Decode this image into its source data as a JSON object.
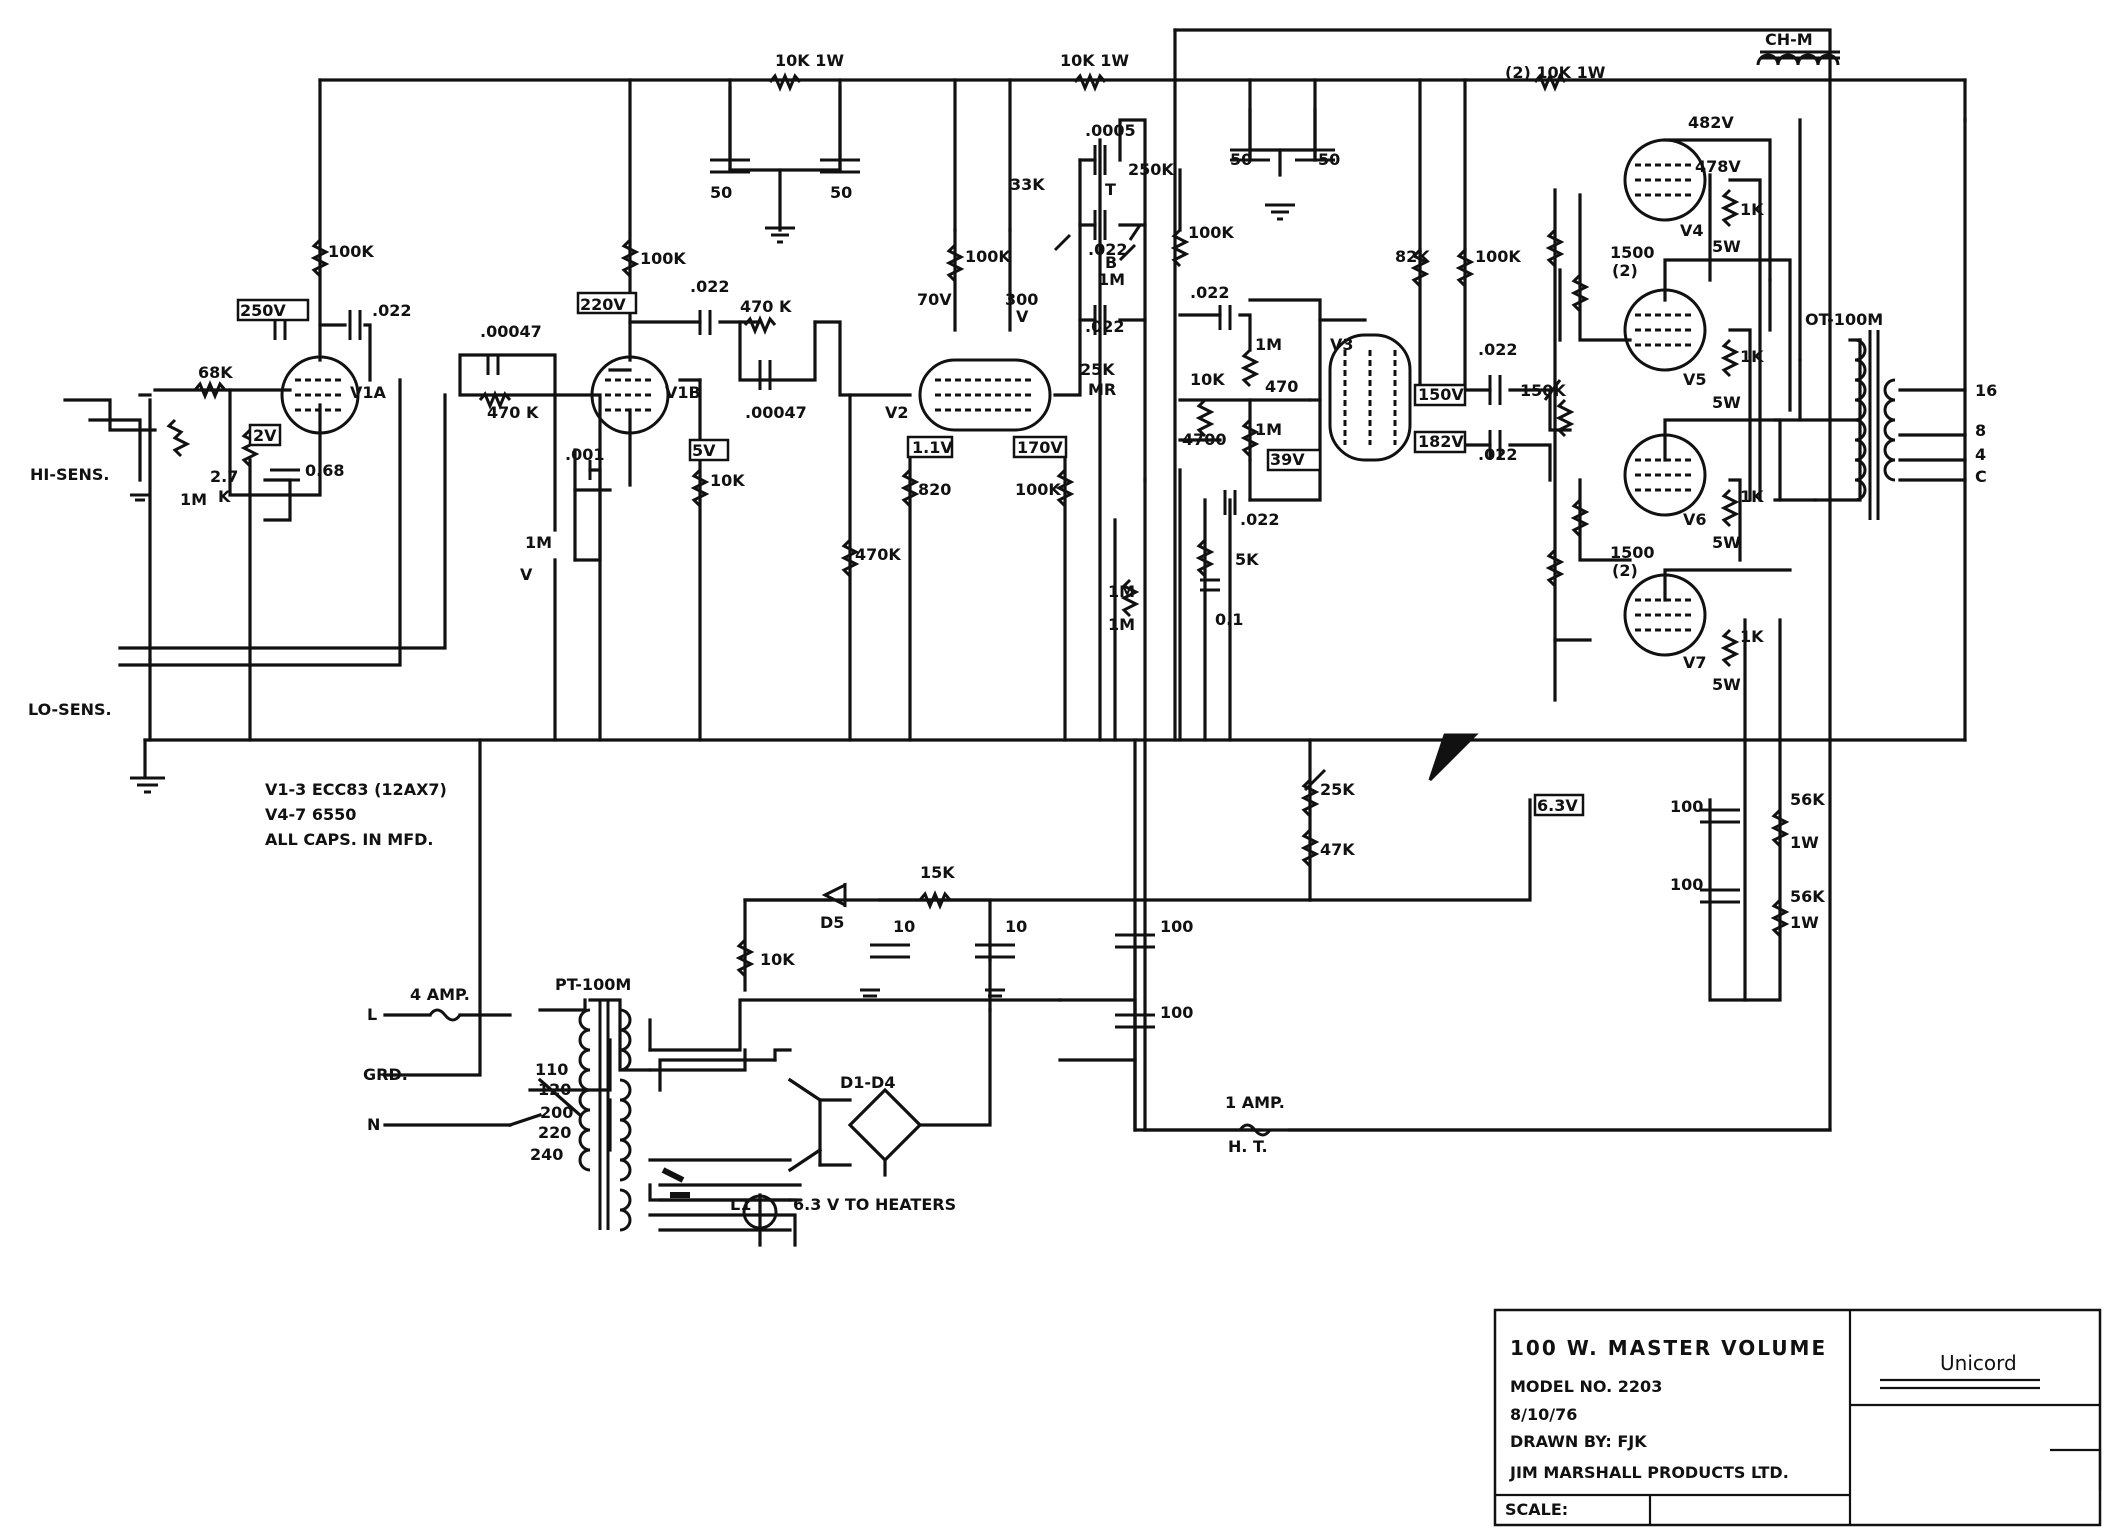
{
  "resistors": {
    "r68k": "68K",
    "r1m_in": "1M",
    "r2_7k": "2.7",
    "r2_7k_unit": "K",
    "r100k_v1a": "100K",
    "r470k_fb": "470 K",
    "r100k_v1b": "100K",
    "r470k_b": "470 K",
    "r10k_v1b": "10K",
    "r10k_1w_a": "10K 1W",
    "r10k_1w_b": "10K 1W",
    "r100k_v2": "100K",
    "r33k": "33K",
    "r820": "820",
    "r100k_v2b": "100K",
    "r470k_v2": "470K",
    "r100k_pi": "100K",
    "r1m_pi_a": "1M",
    "r10k_pi": "10K",
    "r470_pi": "470",
    "r1m_pi_b": "1M",
    "r4700": "4700",
    "r82k": "82K",
    "r100k_pi2": "100K",
    "r150k": "150K",
    "r10k_1w_c": "(2) 10K 1W",
    "r1500_a": "1500",
    "r1500_a_qty": "(2)",
    "r1500_b": "1500",
    "r1500_b_qty": "(2)",
    "r1k_v4": "1K",
    "r5w_v4": "5W",
    "r1k_v5": "1K",
    "r5w_v5": "5W",
    "r1k_v6": "1K",
    "r5w_v6": "5W",
    "r1k_v7": "1K",
    "r5w_v7": "5W",
    "r25k_bias": "25K",
    "r47k": "47K",
    "r56k_a": "56K",
    "r56k_a_w": "1W",
    "r56k_b": "56K",
    "r56k_b_w": "1W",
    "r15k": "15K",
    "r10k_ps": "10K",
    "r1m_mv_a": "1M",
    "r1m_mv_b": "1M",
    "r5k": "5K"
  },
  "capacitors": {
    "c022_v1a": ".022",
    "c068": "0.68",
    "c00047_a": ".00047",
    "c022_v1b": ".022",
    "c00047_b": ".00047",
    "c001": ".001",
    "c50_a": "50",
    "c50_b": "50",
    "c0005": ".0005",
    "c022_t1": ".022",
    "c022_t2": ".022",
    "c50_c": "50",
    "c50_d": "50",
    "c022_pi": ".022",
    "c022_pi2": ".022",
    "c01": "0.1",
    "c022_out_a": ".022",
    "c022_out_b": ".022",
    "c10_a": "10",
    "c10_b": "10",
    "c100_a": "100",
    "c100_b": "100",
    "c100_c": "100",
    "c100_d": "100"
  },
  "pots": {
    "vol_1m": "1M",
    "vol_v": "V",
    "treble_250k": "250K",
    "treble_t": "T",
    "bass_b": "B",
    "bass_1m": "1M",
    "mid_25k": "25K",
    "mid_mr": "MR"
  },
  "tubes": {
    "v1a": "V1A",
    "v1b": "V1B",
    "v2": "V2",
    "v3": "V3",
    "v4": "V4",
    "v5": "V5",
    "v6": "V6",
    "v7": "V7"
  },
  "voltages": {
    "v1a_plate": "250V",
    "v1a_cathode": "2V",
    "v1b_plate": "220V",
    "v1b_cathode": "5V",
    "v2_plate_a": "70V",
    "v2_plate_b": "300",
    "v2_plate_b_unit": "V",
    "v2_cathode_a": "1.1V",
    "v2_cathode_b": "170V",
    "v3_a": "150V",
    "v3_b": "182V",
    "v3_c": "39V",
    "power_plate": "482V",
    "power_screen": "478V",
    "heater": "6.3V"
  },
  "transformers": {
    "choke": "CH-M",
    "output": "OT-100M",
    "power": "PT-100M"
  },
  "output_taps": [
    "16",
    "8",
    "4",
    "C"
  ],
  "mains": {
    "live": "L",
    "ground": "GRD.",
    "neutral": "N",
    "fuse_mains": "4 AMP.",
    "taps": [
      "110",
      "120",
      "200",
      "220",
      "240"
    ],
    "fuse_ht": "1 AMP.",
    "fuse_ht_sub": "H. T.",
    "rectifier": "D1-D4",
    "diode": "D5",
    "lamp": "L1",
    "heaters": "6.3 V  TO HEATERS"
  },
  "inputs": {
    "hi": "HI-SENS.",
    "lo": "LO-SENS."
  },
  "notes": [
    "V1-3  ECC83 (12AX7)",
    "V4-7   6550",
    "ALL CAPS. IN MFD."
  ],
  "title_block": {
    "title": "100 W. MASTER VOLUME",
    "model": "MODEL  NO.  2203",
    "date": "8/10/76",
    "drawn": "DRAWN BY: FJK",
    "company": "JIM MARSHALL PRODUCTS LTD.",
    "scale": "SCALE:",
    "logo": "Unicord"
  }
}
